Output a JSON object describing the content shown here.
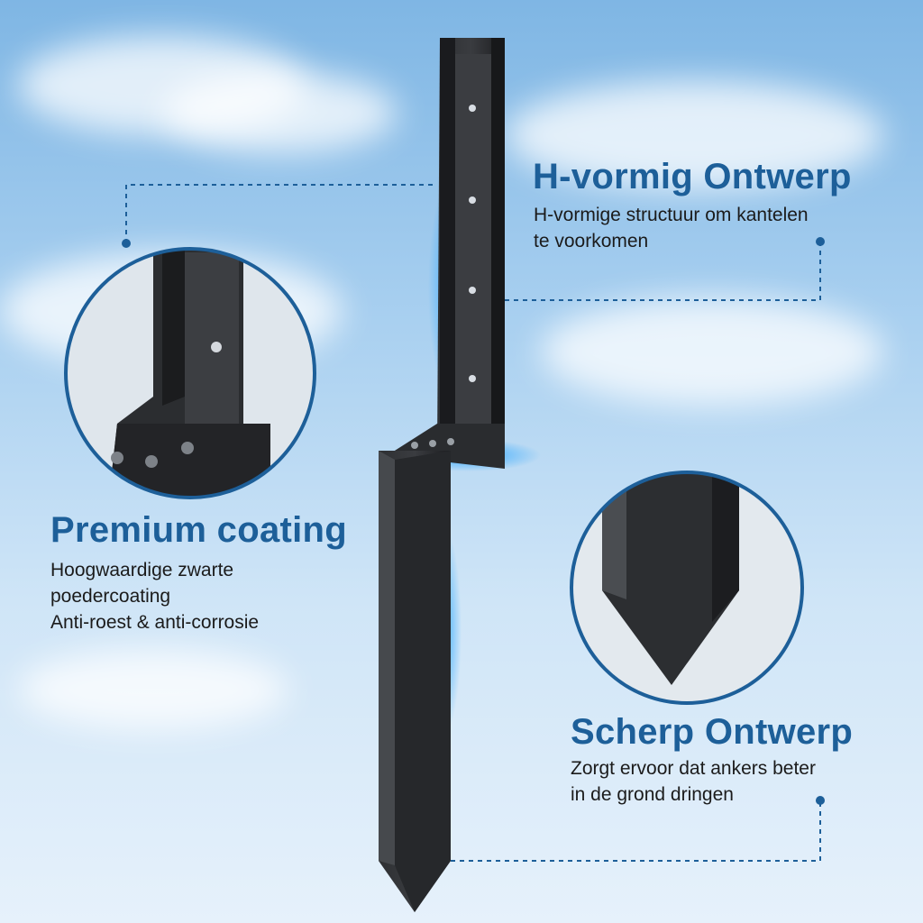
{
  "features": {
    "h_shape": {
      "title": "H-vormig Ontwerp",
      "lines": [
        "H-vormige structuur om kantelen",
        "te voorkomen"
      ]
    },
    "coating": {
      "title": "Premium coating",
      "lines": [
        "Hoogwaardige zwarte",
        "poedercoating",
        "Anti-roest & anti-corrosie"
      ]
    },
    "sharp": {
      "title": "Scherp Ontwerp",
      "lines": [
        "Zorgt ervoor dat ankers beter",
        "in de grond dringen"
      ]
    }
  },
  "colors": {
    "accent_blue": "#1d5f99",
    "steel": "#222427",
    "glow": "#2fa8ff"
  }
}
